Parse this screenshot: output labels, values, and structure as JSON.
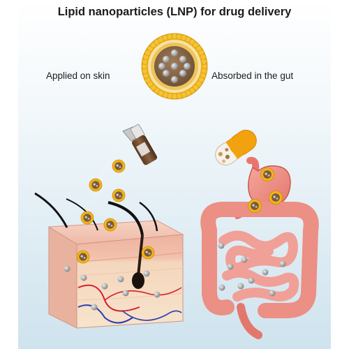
{
  "title": "Lipid nanoparticles (LNP) for drug delivery",
  "labels": {
    "skin": "Applied on skin",
    "gut": "Absorbed in the gut"
  },
  "colors": {
    "background_top": "#ffffff",
    "background_bottom": "#cfe3ee",
    "lipid_head": "#f2b317",
    "lipid_core": "#8a6a4a",
    "drug_particle": "#a9a9a9",
    "skin_epidermis": "#f2c7b6",
    "skin_dermis": "#f6dcc4",
    "hair": "#111111",
    "artery": "#d4202e",
    "vein": "#2a3fb0",
    "intestine": "#ee8f84",
    "stomach": "#e9766d",
    "capsule_cap": "#f2a20f"
  },
  "icons": [
    "spray-bottle-icon",
    "capsule-icon",
    "skin-cross-section",
    "digestive-tract",
    "lipid-nanoparticle"
  ]
}
